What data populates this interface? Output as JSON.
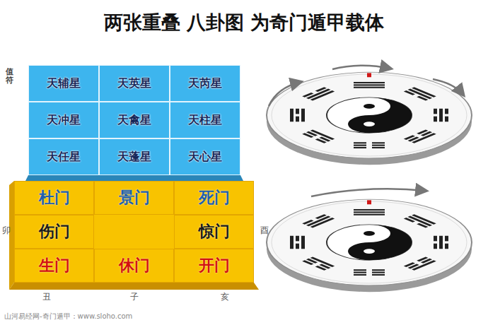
{
  "diagram": {
    "title": "两张重叠 八卦图 为奇门遁甲载体",
    "nodes": [
      {
        "text": [
          "天辅星"
        ]
      },
      {
        "text": [
          "天英星"
        ]
      },
      {
        "text": [
          "天芮星"
        ]
      },
      {
        "text": [
          "天冲星"
        ]
      },
      {
        "text": [
          "天禽星"
        ]
      },
      {
        "text": [
          "天柱星"
        ]
      },
      {
        "text": [
          "天任星"
        ]
      },
      {
        "text": [
          "天蓬星"
        ]
      },
      {
        "text": [
          "天心星"
        ]
      },
      {
        "text": [
          "杜门"
        ]
      },
      {
        "text": [
          "景门"
        ]
      },
      {
        "text": [
          "死门"
        ]
      },
      {
        "text": [
          "伤门"
        ]
      },
      {
        "text": [
          "惊门"
        ]
      },
      {
        "text": [
          "生门"
        ]
      },
      {
        "text": [
          "休门"
        ]
      },
      {
        "text": [
          "开门"
        ]
      }
    ],
    "labels": [
      "值符",
      "卯",
      "酉",
      "丑",
      "子",
      "亥",
      "山河易经网-奇门遁甲：www.sloho.com"
    ]
  }
}
